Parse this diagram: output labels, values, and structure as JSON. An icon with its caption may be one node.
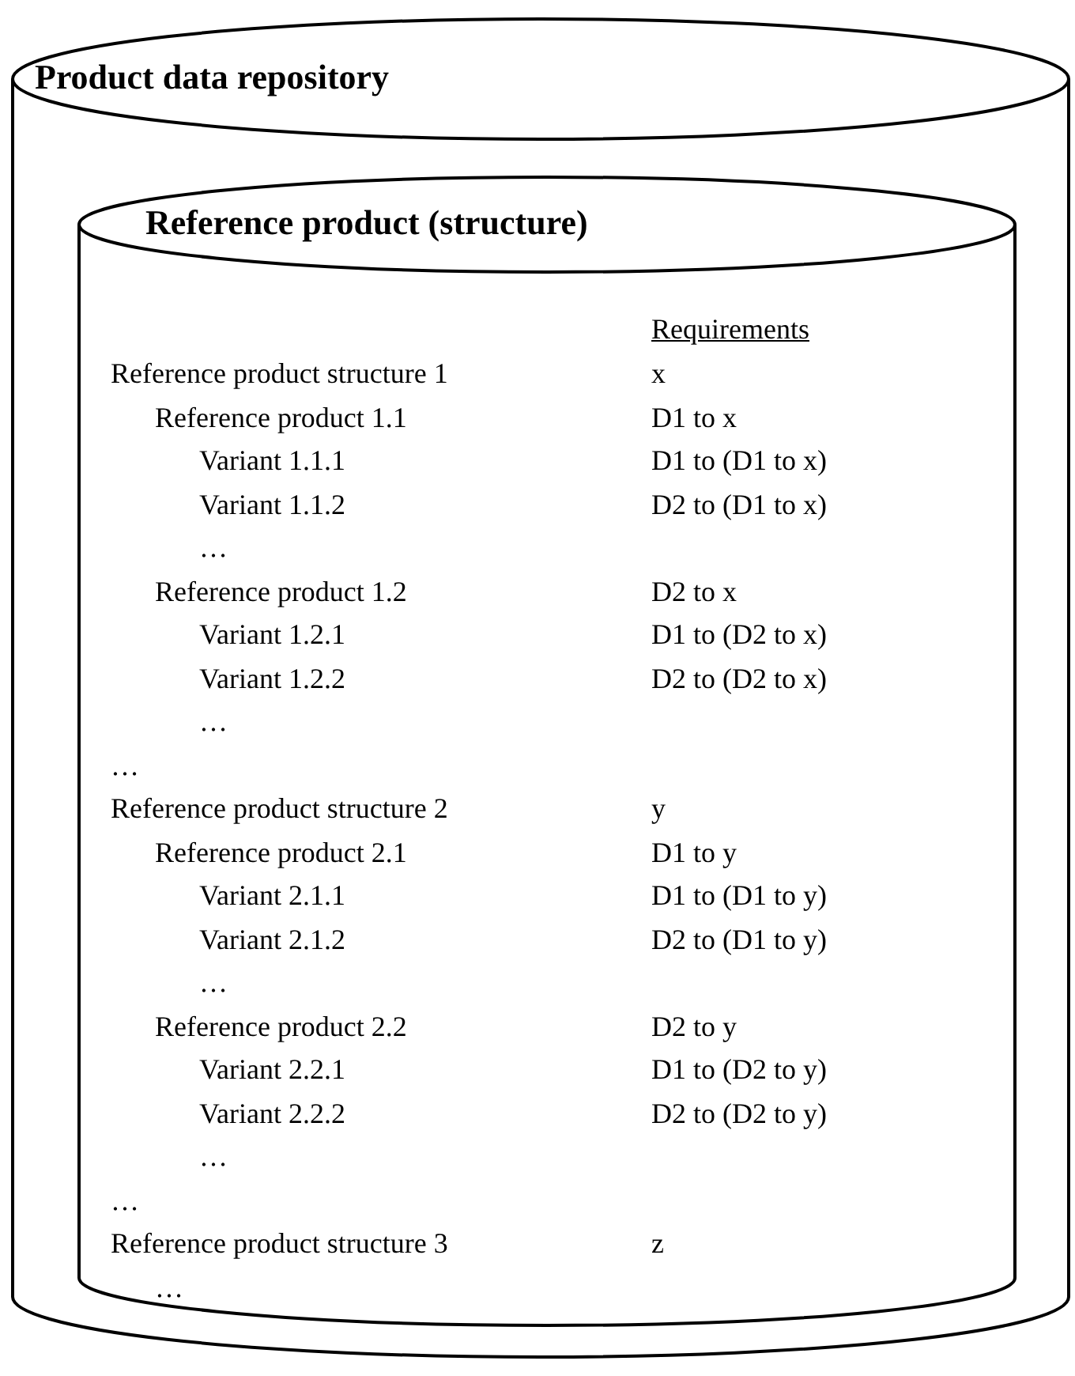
{
  "diagram": {
    "nodes": [
      {
        "text": [
          "Product data repository"
        ]
      },
      {
        "text": [
          "Reference product (structure)"
        ],
        "in": 0
      }
    ],
    "labels": [
      "Requirements",
      "Reference product structure 1",
      "x",
      "Reference product 1.1",
      "D1 to x",
      "Variant 1.1.1",
      "D1 to (D1 to x)",
      "Variant 1.1.2",
      "D2 to (D1 to x)",
      "…",
      "Reference product 1.2",
      "D2 to x",
      "Variant 1.2.1",
      "D1 to (D2 to x)",
      "Variant 1.2.2",
      "D2 to (D2 to x)",
      "…",
      "…",
      "Reference product structure 2",
      "y",
      "Reference product 2.1",
      "D1 to y",
      "Variant 2.1.1",
      "D1 to (D1 to y)",
      "Variant 2.1.2",
      "D2 to (D1 to y)",
      "…",
      "Reference product 2.2",
      "D2 to y",
      "Variant 2.2.1",
      "D1 to (D2 to y)",
      "Variant 2.2.2",
      "D2 to (D2 to y)",
      "…",
      "…",
      "Reference product structure 3",
      "z",
      "…"
    ]
  }
}
